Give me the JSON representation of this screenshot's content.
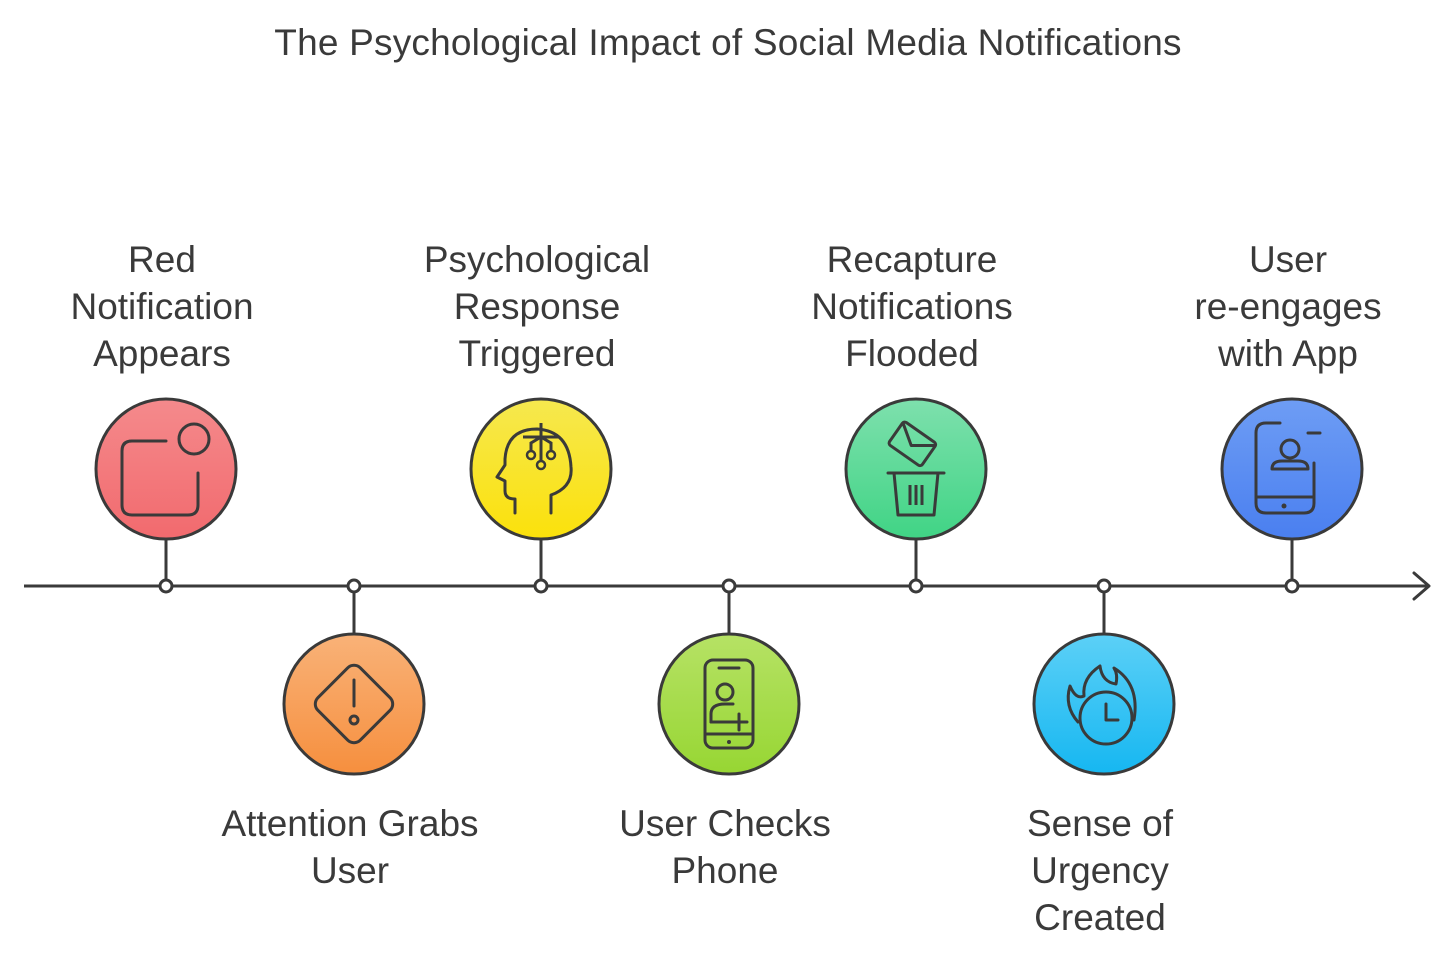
{
  "title": "The Psychological Impact of Social Media Notifications",
  "stages": [
    {
      "id": "red-notification-appears",
      "lines": [
        "Red",
        "Notification",
        "Appears"
      ],
      "position": "above",
      "color": "#f47c7f",
      "icon": "notification-dot-icon"
    },
    {
      "id": "attention-grabs-user",
      "lines": [
        "Attention Grabs",
        "User"
      ],
      "position": "below",
      "color": "#f7a15c",
      "icon": "warning-diamond-icon"
    },
    {
      "id": "psychological-response-triggered",
      "lines": [
        "Psychological",
        "Response",
        "Triggered"
      ],
      "position": "above",
      "color": "#f8e42a",
      "icon": "head-circuit-icon"
    },
    {
      "id": "user-checks-phone",
      "lines": [
        "User Checks",
        "Phone"
      ],
      "position": "below",
      "color": "#a6dc4b",
      "icon": "phone-add-user-icon"
    },
    {
      "id": "recapture-notifications-flooded",
      "lines": [
        "Recapture",
        "Notifications",
        "Flooded"
      ],
      "position": "above",
      "color": "#5fd898",
      "icon": "trash-envelope-icon"
    },
    {
      "id": "sense-of-urgency-created",
      "lines": [
        "Sense of",
        "Urgency",
        "Created"
      ],
      "position": "below",
      "color": "#39c3f4",
      "icon": "fire-clock-icon"
    },
    {
      "id": "user-re-engages-with-app",
      "lines": [
        "User",
        "re-engages",
        "with App"
      ],
      "position": "above",
      "color": "#5b8ef2",
      "icon": "phone-user-icon"
    }
  ]
}
